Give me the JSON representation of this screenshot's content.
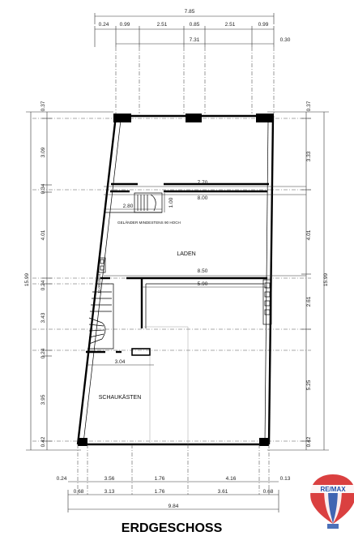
{
  "title": "ERDGESCHOSS",
  "rooms": {
    "laden": "LADEN",
    "schaukaesten": "SCHAUKÄSTEN"
  },
  "notes": {
    "gelaender": "GELÄNDER MINDESTENS 90 HOCH",
    "stair": "12.00 18/24",
    "stair_height": "1.00"
  },
  "logo": {
    "brand": "RE/MAX",
    "color": "#d62b2b",
    "balloon_blue": "#1f4ea8"
  },
  "dims": {
    "top_total": "7.85",
    "top_row": [
      "0.24",
      "0.99",
      "2.51",
      "0.85",
      "2.51",
      "0.99",
      "0.30"
    ],
    "top_inner": "7.31",
    "left_total": "15.99",
    "left_segments": [
      "0.37",
      "3.09",
      "0.34",
      "4.01",
      "0.24",
      "3.43",
      "0.24",
      "3.95",
      "0.42"
    ],
    "right_total": "15.99",
    "right_segments": [
      "0.37",
      "3.33",
      "4.01",
      "2.61",
      "5.25",
      "0.42"
    ],
    "inner": {
      "d770": "7.70",
      "d800": "8.00",
      "d280": "2.80",
      "d850": "8.50",
      "d590": "5.90",
      "d304": "3.04"
    },
    "bottom_row1": [
      "0.24",
      "3.56",
      "1.76",
      "4.16",
      "0.13"
    ],
    "bottom_row2": [
      "0.68",
      "3.13",
      "1.76",
      "3.61",
      "0.68"
    ],
    "bottom_total": "9.84"
  }
}
